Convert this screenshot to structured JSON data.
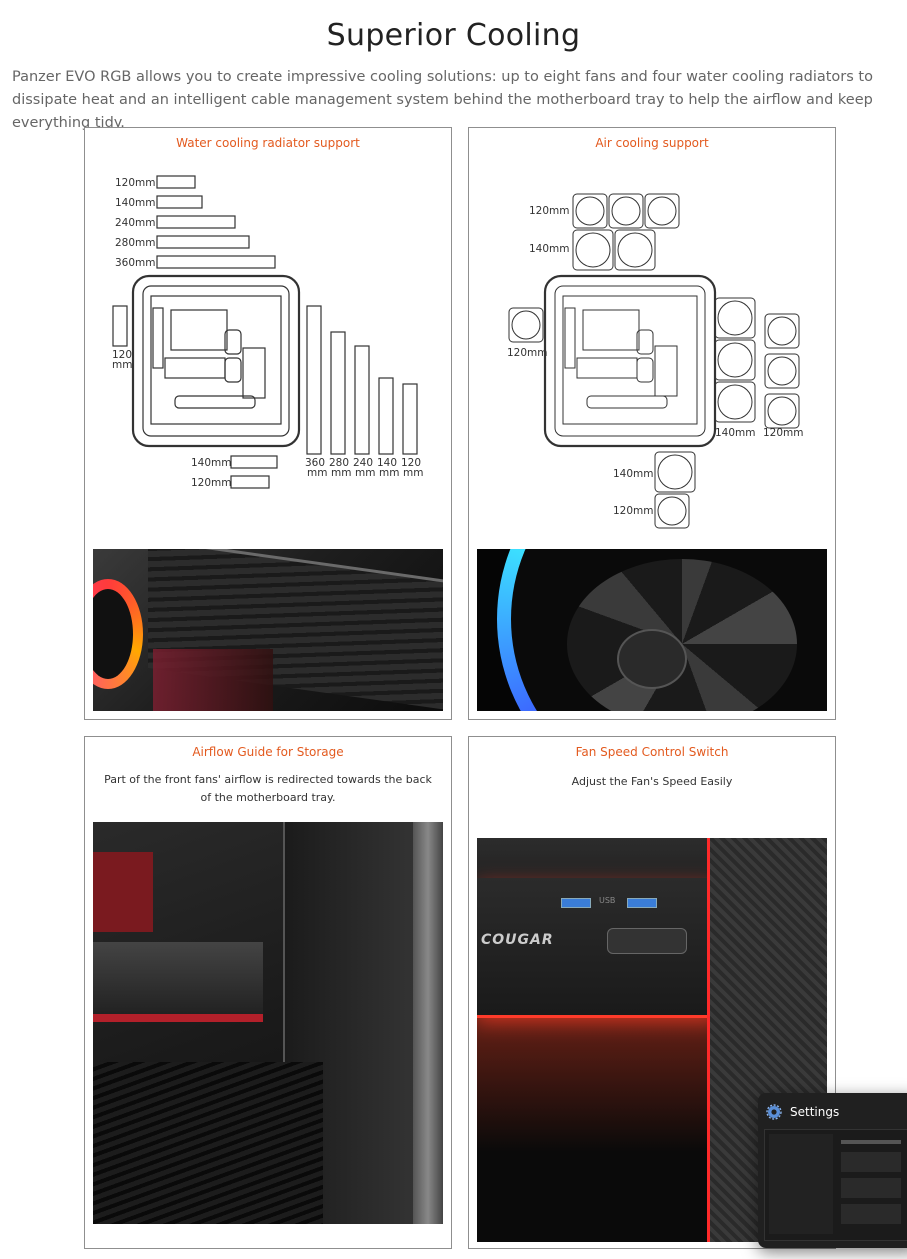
{
  "section": {
    "title": "Superior Cooling",
    "intro": "Panzer EVO RGB allows you to create impressive cooling solutions: up to eight fans and four water cooling radiators to dissipate heat and an intelligent cable management system behind the motherboard tray to help the airflow and keep everything tidy."
  },
  "cards": [
    {
      "title": "Water cooling radiator support",
      "top_radiators": [
        "120mm",
        "140mm",
        "240mm",
        "280mm",
        "360mm"
      ],
      "left_radiator": [
        "120",
        "mm"
      ],
      "right_radiators": [
        "360",
        "280",
        "240",
        "140",
        "120"
      ],
      "right_unit": "mm",
      "bottom_radiators": [
        "140mm",
        "120mm"
      ]
    },
    {
      "title": "Air cooling support",
      "top_fans": [
        "120mm",
        "140mm"
      ],
      "left_fan": "120mm",
      "right_fans": [
        "140mm",
        "120mm"
      ],
      "bottom_fans": [
        "140mm",
        "120mm"
      ]
    },
    {
      "title": "Airflow Guide for Storage",
      "description": "Part of the front fans' airflow is redirected towards the back of the motherboard tray."
    },
    {
      "title": "Fan Speed Control Switch",
      "description": "Adjust the Fan's Speed Easily",
      "photo_text": {
        "brand": "COUGAR",
        "usb": "USB"
      }
    }
  ],
  "settings_popup": {
    "label": "Settings",
    "icon": "gear-icon"
  }
}
